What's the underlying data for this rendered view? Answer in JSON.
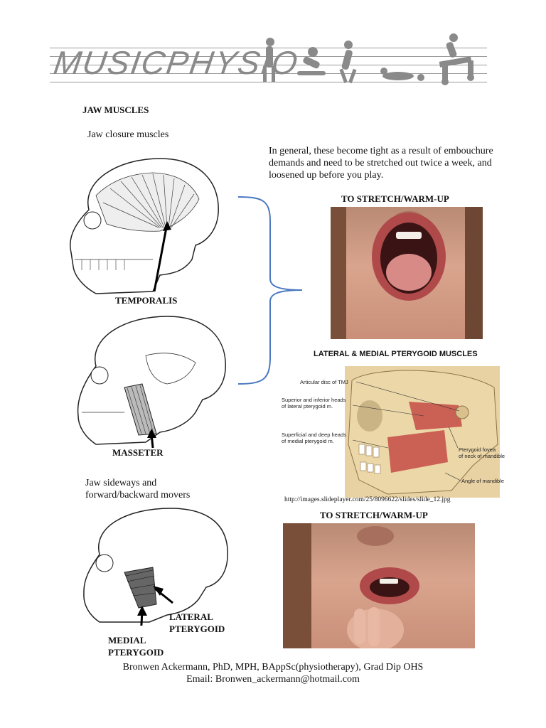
{
  "banner": {
    "title": "MUSICPHYSIO"
  },
  "heading": "JAW MUSCLES",
  "subheading_closure": "Jaw closure muscles",
  "intro_text": "In general, these become tight as a result of embouchure demands and need to be stretched out twice a week, and loosened up before you play.",
  "stretch_label_1": "TO STRETCH/WARM-UP",
  "stretch_label_2": "TO STRETCH/WARM-UP",
  "muscle_labels": {
    "temporalis": "TEMPORALIS",
    "masseter": "MASSETER",
    "lateral_line1": "LATERAL",
    "lateral_line2": "PTERYGOID",
    "medial_line1": "MEDIAL",
    "medial_line2": "PTERYGOID"
  },
  "subheading_sideways_line1": "Jaw sideways and",
  "subheading_sideways_line2": "forward/backward movers",
  "diagram": {
    "title": "LATERAL & MEDIAL PTERYGOID MUSCLES",
    "label_disc": "Articular disc of TMJ",
    "label_lateral_1": "Superior and inferior heads",
    "label_lateral_2": "of lateral pterygoid m.",
    "label_medial_1": "Superficial and deep heads",
    "label_medial_2": "of medial pterygoid m.",
    "label_fovea_1": "Pterygoid fovea",
    "label_fovea_2": "of neck of mandible",
    "label_angle": "Angle of mandible"
  },
  "source_url": "http://images.slideplayer.com/25/8096622/slides/slide_12.jpg",
  "footer": {
    "line1": "Bronwen Ackermann, PhD, MPH, BAppSc(physiotherapy), Grad Dip OHS",
    "line2": "Email: Bronwen_ackermann@hotmail.com"
  },
  "colors": {
    "brace": "#4a78c0",
    "banner_grey": "#8a8a8a",
    "muscle_red": "#c8534a"
  }
}
